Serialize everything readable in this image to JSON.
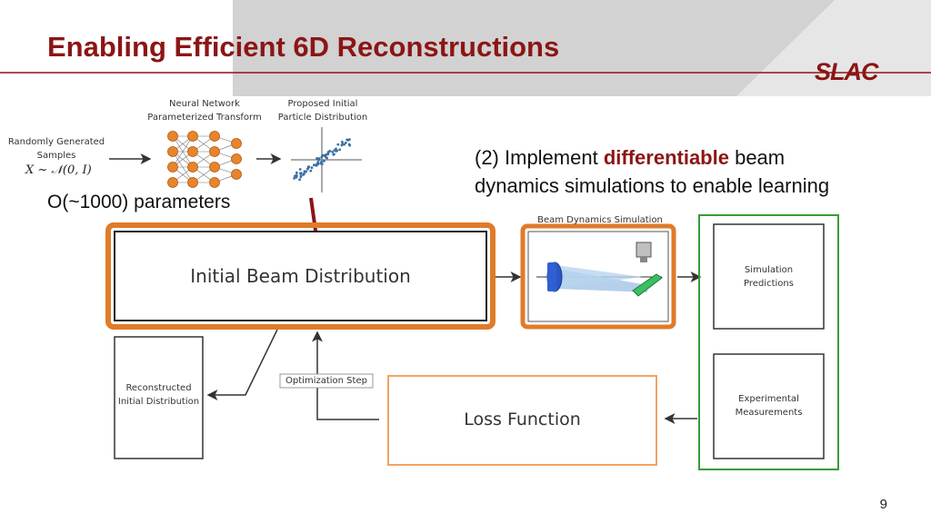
{
  "slide": {
    "title": "Enabling Efficient 6D Reconstructions",
    "logo": "SLAC",
    "page_number": "9"
  },
  "top_left": {
    "samples_label_line1": "Randomly Generated",
    "samples_label_line2": "Samples",
    "samples_math": "X ~ 𝒩(0, I)",
    "nn_label_line1": "Neural Network",
    "nn_label_line2": "Parameterized Transform",
    "dist_label_line1": "Proposed Initial",
    "dist_label_line2": "Particle Distribution",
    "params_text": "O(~1000) parameters"
  },
  "callout": {
    "prefix": "(2) Implement ",
    "highlight": "differentiable",
    "suffix": " beam",
    "line2": "dynamics simulations to enable learning"
  },
  "diagram": {
    "initial_beam": "Initial Beam Distribution",
    "beam_sim_title": "Beam Dynamics Simulation",
    "sim_predictions_line1": "Simulation",
    "sim_predictions_line2": "Predictions",
    "exp_measurements_line1": "Experimental",
    "exp_measurements_line2": "Measurements",
    "reconstructed_line1": "Reconstructed",
    "reconstructed_line2": "Initial Distribution",
    "optimization_step": "Optimization Step",
    "loss_function": "Loss Function"
  },
  "colors": {
    "title_red": "#8c1515",
    "orange": "#e07b2a",
    "green": "#3a9a3a",
    "header_gray": "#d2d2d2"
  }
}
